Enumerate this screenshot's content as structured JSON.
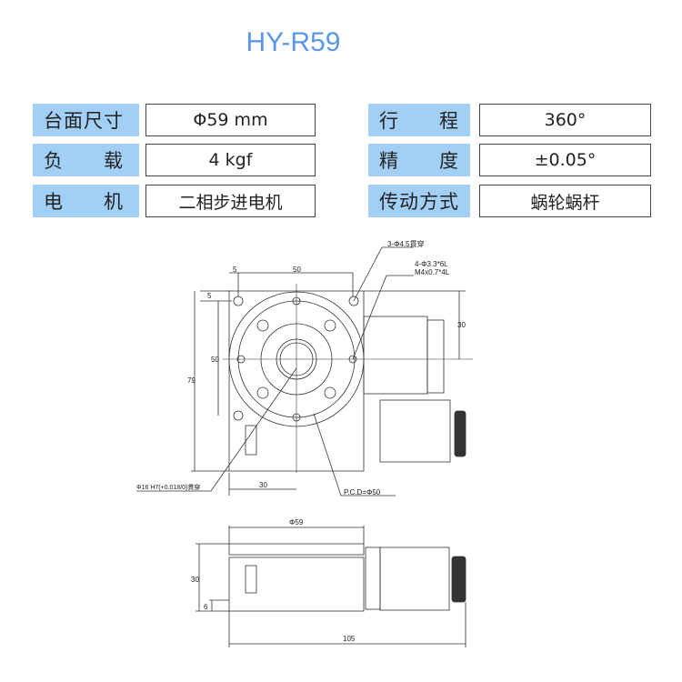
{
  "title": "HY-R59",
  "specs": [
    {
      "label": "台面尺寸",
      "value": "Φ59 mm"
    },
    {
      "label": "行　　程",
      "value": "360°"
    },
    {
      "label": "负　　载",
      "value": "4 kgf"
    },
    {
      "label": "精　　度",
      "value": "±0.05°"
    },
    {
      "label": "电　　机",
      "value": "二相步进电机"
    },
    {
      "label": "传动方式",
      "value": "蜗轮蜗杆"
    }
  ],
  "drawing": {
    "dim_5_top": "5",
    "dim_50_top": "50",
    "dim_5_left": "5",
    "dim_50_left": "50",
    "dim_79": "79",
    "dim_30_right": "30",
    "dim_30_bottom": "30",
    "note_holes": "3-Φ4.5貫穿",
    "note_tap1": "4-Φ3.3*6L",
    "note_tap2": "M4x0.7*4L",
    "note_bore": "Φ16 H7(+0.018/0)貫穿",
    "note_pcd": "P.C.D=Φ50",
    "side_dim_59": "Φ59",
    "side_dim_30": "30",
    "side_dim_6": "6",
    "side_dim_105": "105"
  }
}
